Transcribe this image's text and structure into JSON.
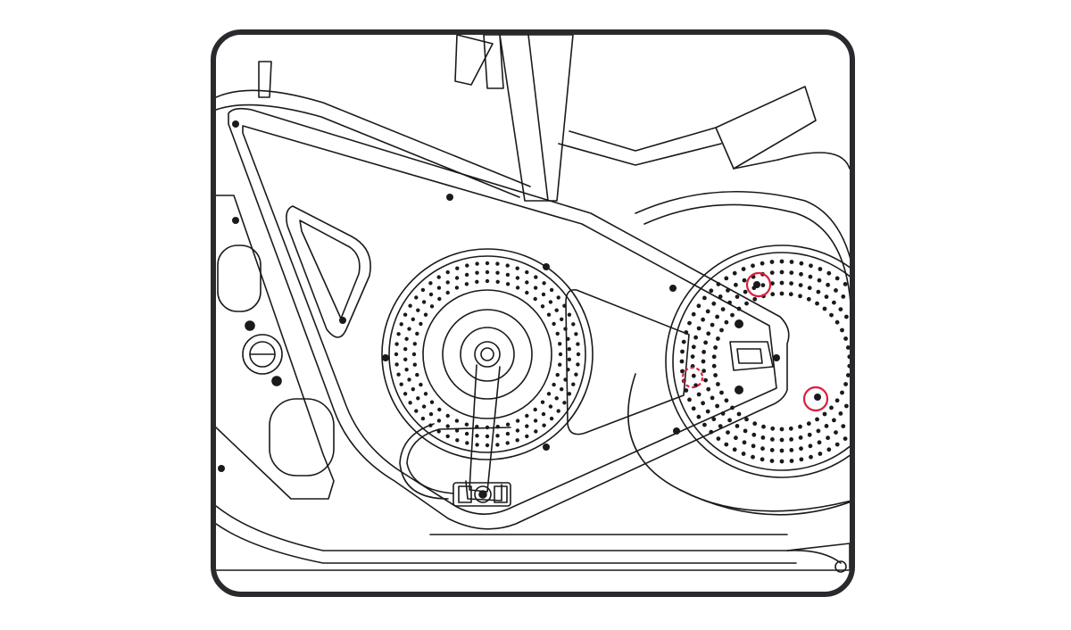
{
  "figure": {
    "frame_color": "#2a2a2e",
    "line_color": "#1a1a1a",
    "highlight_color": "#d9203a",
    "highlights": [
      {
        "id": "flywheel-upper-screw",
        "style": "solid"
      },
      {
        "id": "flywheel-lower-screw",
        "style": "solid"
      },
      {
        "id": "hidden-cover-screw",
        "style": "dashed"
      }
    ]
  }
}
